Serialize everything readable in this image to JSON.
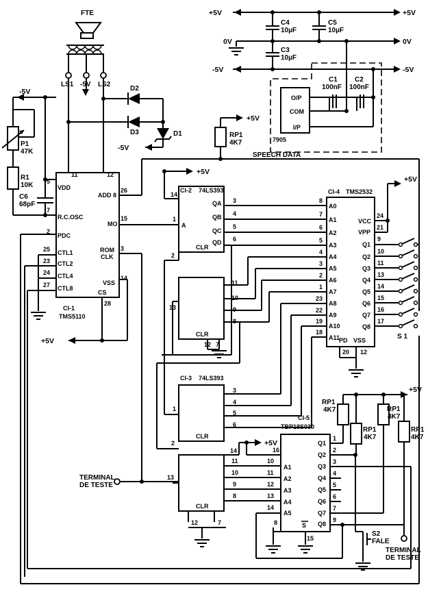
{
  "supplies": {
    "p5_top_left": "+5V",
    "p5_top_right": "+5V",
    "zero_left": "0V",
    "zero_right": "0V",
    "m5_mid_left": "-5V",
    "m5_mid_right": "-5V",
    "m5_left": "-5V",
    "m5_speaker": "-5V",
    "m5_diode": "-5V",
    "p5_rp1": "+5V",
    "p5_ci2": "+5V",
    "p5_ci4": "+5V",
    "p5_ci1": "+5V",
    "p5_ci5": "+5V",
    "p5_rpn": "+5V"
  },
  "capacitors": {
    "c4": {
      "name": "C4",
      "value": "10µF"
    },
    "c5": {
      "name": "C5",
      "value": "10µF"
    },
    "c3": {
      "name": "C3",
      "value": "10µF"
    },
    "c1": {
      "name": "C1",
      "value": "100nF"
    },
    "c2": {
      "name": "C2",
      "value": "100nF"
    },
    "c6": {
      "name": "C6",
      "value": "68pF"
    }
  },
  "regulator": {
    "part": "7905",
    "op": "O/P",
    "com": "COM",
    "ip": "I/P"
  },
  "speaker": {
    "name": "FTE",
    "ls1": "LS1",
    "m5": "-5V",
    "ls2": "LS2"
  },
  "diodes": {
    "d1": "D1",
    "d2": "D2",
    "d3": "D3"
  },
  "resistors": {
    "p1": {
      "name": "P1",
      "value": "47K"
    },
    "r1": {
      "name": "R1",
      "value": "10K"
    },
    "rp1_top": {
      "name": "RP1",
      "value": "4K7"
    },
    "rp1_a": {
      "name": "RP1",
      "value": "4K7"
    },
    "rp1_b": {
      "name": "RP1",
      "value": "4K7"
    },
    "rp1_c": {
      "name": "RP1",
      "value": "4K7"
    },
    "rp1_d": {
      "name": "RP1",
      "value": "4K7"
    }
  },
  "speech_data": "SPEECH DATA",
  "ci1": {
    "name": "CI-1",
    "part": "TMS5110",
    "left_pins": [
      {
        "num": "5",
        "label": "VDD"
      },
      {
        "num": "7",
        "label": "R.C.OSC"
      },
      {
        "num": "2",
        "label": "PDC"
      },
      {
        "num": "25",
        "label": "CTL1"
      },
      {
        "num": "23",
        "label": "CTL2"
      },
      {
        "num": "24",
        "label": "CTL4"
      },
      {
        "num": "27",
        "label": "CTL8"
      }
    ],
    "top_pins": [
      "11",
      "12"
    ],
    "right_pins": [
      {
        "num": "26",
        "label": "ADD 8"
      },
      {
        "num": "15",
        "label": "MO"
      },
      {
        "num": "3",
        "label": "ROM"
      },
      {
        "num": "",
        "label": "CLK"
      },
      {
        "num": "14",
        "label": "VSS"
      }
    ],
    "cs": "CS",
    "cs_pin": "28"
  },
  "ci2": {
    "name": "CI-2",
    "part": "74LS393",
    "q_labels": [
      "QA",
      "QB",
      "QC",
      "QD"
    ],
    "a": "A",
    "clr": "CLR",
    "clr2": "CLR",
    "pins": {
      "p14": "14",
      "p1": "1",
      "p2": "2",
      "p13": "13",
      "p3": "3",
      "p4": "4",
      "p5": "5",
      "p6": "6",
      "p11": "11",
      "p10": "10",
      "p9": "9",
      "p8": "8",
      "p12": "12",
      "p7": "7"
    }
  },
  "ci3": {
    "name": "CI-3",
    "part": "74LS393",
    "clr": "CLR",
    "clr2": "CLR",
    "pins": {
      "p1": "1",
      "p2": "2",
      "p3": "3",
      "p4": "4",
      "p5": "5",
      "p6": "6",
      "p13": "13",
      "p14": "14",
      "p11": "11",
      "p10": "10",
      "p9": "9",
      "p8": "8",
      "p12": "12",
      "p7": "7"
    }
  },
  "ci4": {
    "name": "CI-4",
    "part": "TMS2532",
    "address_pins": [
      {
        "num": "8",
        "label": "A0"
      },
      {
        "num": "7",
        "label": "A1"
      },
      {
        "num": "6",
        "label": "A2"
      },
      {
        "num": "5",
        "label": "A3"
      },
      {
        "num": "4",
        "label": "A4"
      },
      {
        "num": "3",
        "label": "A5"
      },
      {
        "num": "2",
        "label": "A6"
      },
      {
        "num": "1",
        "label": "A7"
      },
      {
        "num": "23",
        "label": "A8"
      },
      {
        "num": "22",
        "label": "A9"
      },
      {
        "num": "19",
        "label": "A10"
      },
      {
        "num": "18",
        "label": "A11"
      }
    ],
    "right_top": [
      {
        "num": "24",
        "label": "VCC"
      },
      {
        "num": "21",
        "label": "VPP"
      }
    ],
    "outputs": [
      {
        "num": "9",
        "label": "Q1"
      },
      {
        "num": "10",
        "label": "Q2"
      },
      {
        "num": "11",
        "label": "Q3"
      },
      {
        "num": "13",
        "label": "Q4"
      },
      {
        "num": "14",
        "label": "Q5"
      },
      {
        "num": "15",
        "label": "Q6"
      },
      {
        "num": "16",
        "label": "Q7"
      },
      {
        "num": "17",
        "label": "Q8"
      }
    ],
    "pd": "PD",
    "vss": "VSS",
    "p20": "20",
    "p12": "12"
  },
  "ci5": {
    "name": "CI-5",
    "part": "TBP18S030",
    "cs": "S",
    "inputs": [
      {
        "num": "10",
        "label": "A1"
      },
      {
        "num": "11",
        "label": "A2"
      },
      {
        "num": "12",
        "label": "A3"
      },
      {
        "num": "13",
        "label": "A4"
      },
      {
        "num": "14",
        "label": "A5"
      }
    ],
    "outputs": [
      {
        "num": "1",
        "label": "Q1"
      },
      {
        "num": "2",
        "label": "Q2"
      },
      {
        "num": "3",
        "label": "Q3"
      },
      {
        "num": "4",
        "label": "Q4"
      },
      {
        "num": "5",
        "label": "Q5"
      },
      {
        "num": "6",
        "label": "Q6"
      },
      {
        "num": "7",
        "label": "Q7"
      },
      {
        "num": "9",
        "label": "Q8"
      }
    ],
    "p16": "16",
    "p8": "8",
    "p15": "15"
  },
  "switch_s1": "S 1",
  "switch_s2": {
    "name": "S2",
    "label": "FALE"
  },
  "terminal_left": {
    "line1": "TERMINAL",
    "line2": "DE TESTE"
  },
  "terminal_right": {
    "line1": "TERMINAL",
    "line2": "DE TESTE"
  }
}
